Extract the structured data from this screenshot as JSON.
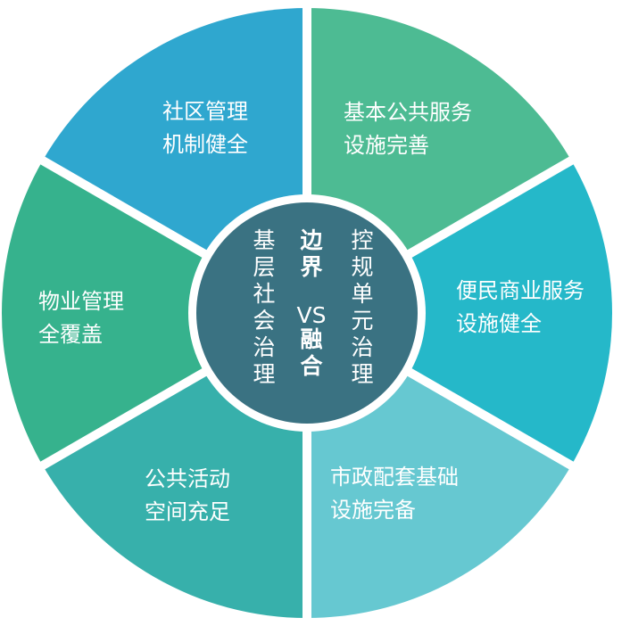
{
  "colors": {
    "background": "#ffffff",
    "gap": "#ffffff",
    "center": "#3a7282",
    "text": "#ffffff"
  },
  "segments": [
    {
      "id": "community-mechanism",
      "lines": [
        "社区管理",
        "机制健全"
      ],
      "color": "#4dbb93"
    },
    {
      "id": "public-services",
      "lines": [
        "基本公共服务",
        "设施完善"
      ],
      "color": "#25b8c9"
    },
    {
      "id": "commercial-services",
      "lines": [
        "便民商业服务",
        "设施健全"
      ],
      "color": "#66c8d1"
    },
    {
      "id": "municipal-infra",
      "lines": [
        "市政配套基础",
        "设施完备"
      ],
      "color": "#37b0ab"
    },
    {
      "id": "public-activity",
      "lines": [
        "公共活动",
        "空间充足"
      ],
      "color": "#36b28d"
    },
    {
      "id": "property-management",
      "lines": [
        "物业管理",
        "全覆盖"
      ],
      "color": "#2fa7cf"
    }
  ],
  "center": {
    "left_column": "基层社会治理",
    "middle_top": "边界",
    "middle_vs": "VS",
    "middle_bottom": "融合",
    "right_column": "控规单元治理"
  }
}
